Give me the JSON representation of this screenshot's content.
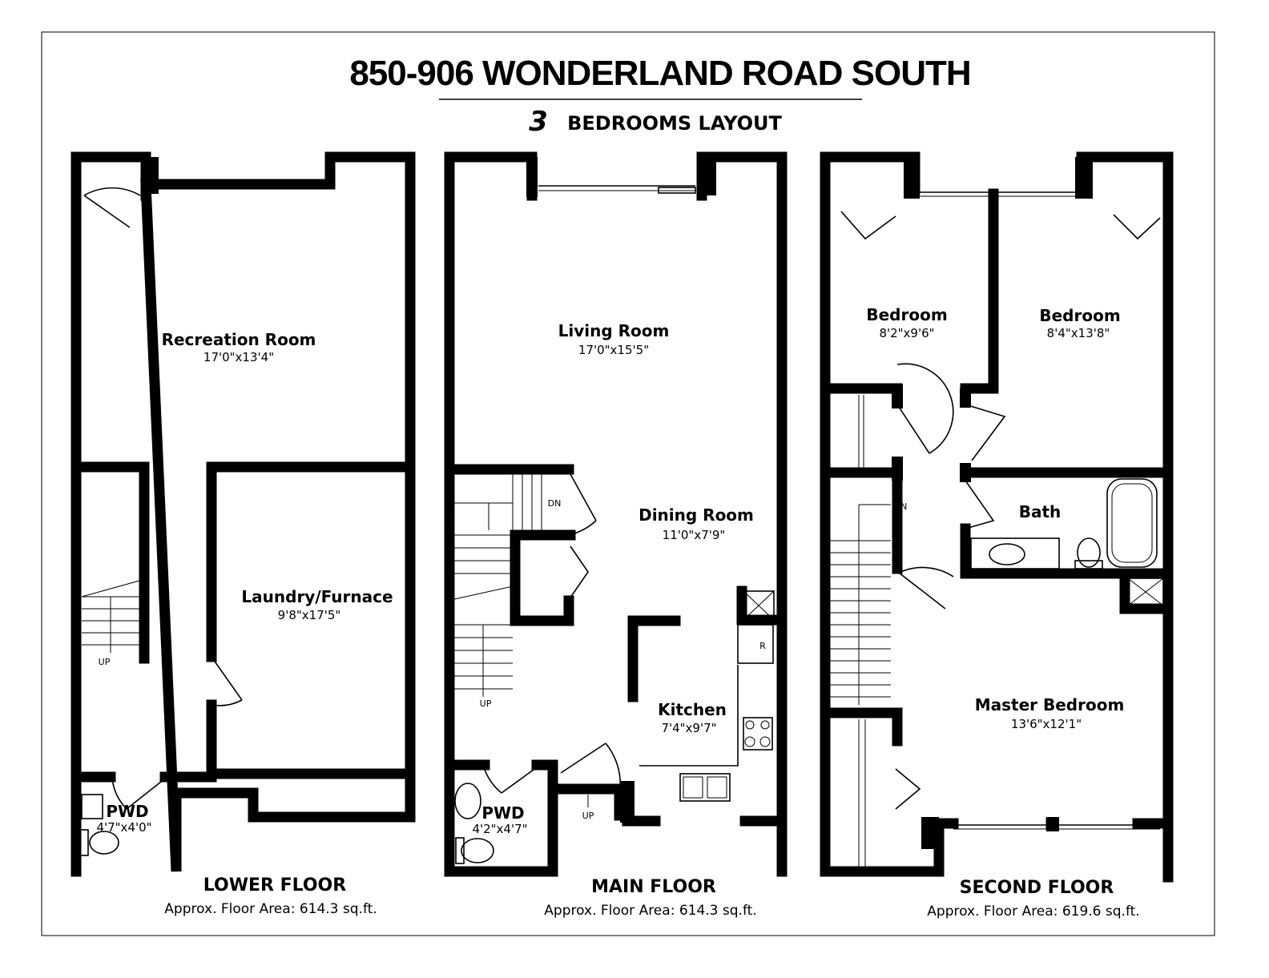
{
  "header": {
    "title": "850-906 WONDERLAND ROAD SOUTH",
    "subtitle_number": "3",
    "subtitle_text": "BEDROOMS LAYOUT"
  },
  "floors": [
    {
      "name": "LOWER FLOOR",
      "area": "Approx. Floor Area: 614.3 sq.ft.",
      "rooms": [
        {
          "name": "Recreation Room",
          "dims": "17'0\"x13'4\""
        },
        {
          "name": "Laundry/Furnace",
          "dims": "9'8\"x17'5\""
        },
        {
          "name": "PWD",
          "dims": "4'7\"x4'0\""
        }
      ],
      "stair_label": "UP"
    },
    {
      "name": "MAIN FLOOR",
      "area": "Approx. Floor Area: 614.3 sq.ft.",
      "rooms": [
        {
          "name": "Living Room",
          "dims": "17'0\"x15'5\""
        },
        {
          "name": "Dining Room",
          "dims": "11'0\"x7'9\""
        },
        {
          "name": "Kitchen",
          "dims": "7'4\"x9'7\""
        },
        {
          "name": "PWD",
          "dims": "4'2\"x4'7\""
        }
      ],
      "stair_labels": [
        "DN",
        "UP",
        "UP"
      ],
      "fridge_label": "R"
    },
    {
      "name": "SECOND FLOOR",
      "area": "Approx. Floor Area: 619.6 sq.ft.",
      "rooms": [
        {
          "name": "Bedroom",
          "dims": "8'2\"x9'6\""
        },
        {
          "name": "Bedroom",
          "dims": "8'4\"x13'8\""
        },
        {
          "name": "Bath",
          "dims": ""
        },
        {
          "name": "Master Bedroom",
          "dims": "13'6\"x12'1\""
        }
      ],
      "stair_label": "DN"
    }
  ]
}
